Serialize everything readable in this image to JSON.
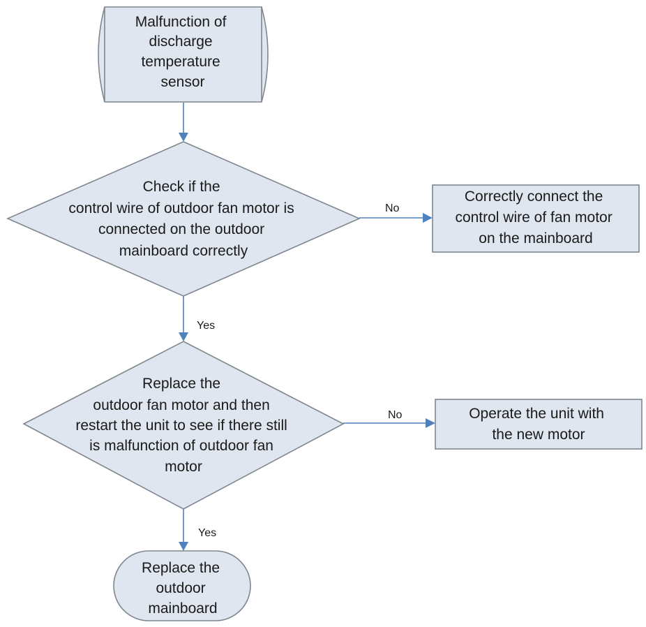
{
  "nodes": {
    "start": {
      "lines": [
        "Malfunction of",
        "discharge",
        "temperature",
        "sensor"
      ]
    },
    "check_wire": {
      "lines": [
        "Check if the",
        "control wire of outdoor fan motor is",
        "connected on the outdoor",
        "mainboard correctly"
      ]
    },
    "fix_wire": {
      "lines": [
        "Correctly connect the",
        "control wire of fan motor",
        "on the mainboard"
      ]
    },
    "replace_motor": {
      "lines": [
        "Replace the",
        "outdoor fan motor and then",
        "restart the unit to see if there still",
        "is malfunction of outdoor fan",
        "motor"
      ]
    },
    "operate": {
      "lines": [
        "Operate the unit with",
        "the new motor"
      ]
    },
    "end": {
      "lines": [
        "Replace the",
        "outdoor",
        "mainboard"
      ]
    }
  },
  "edges": {
    "check_no": "No",
    "check_yes": "Yes",
    "replace_no": "No",
    "replace_yes": "Yes"
  },
  "colors": {
    "shape_fill": "#dfe6f0",
    "shape_stroke": "#7f8690",
    "connector": "#4f81bd"
  }
}
